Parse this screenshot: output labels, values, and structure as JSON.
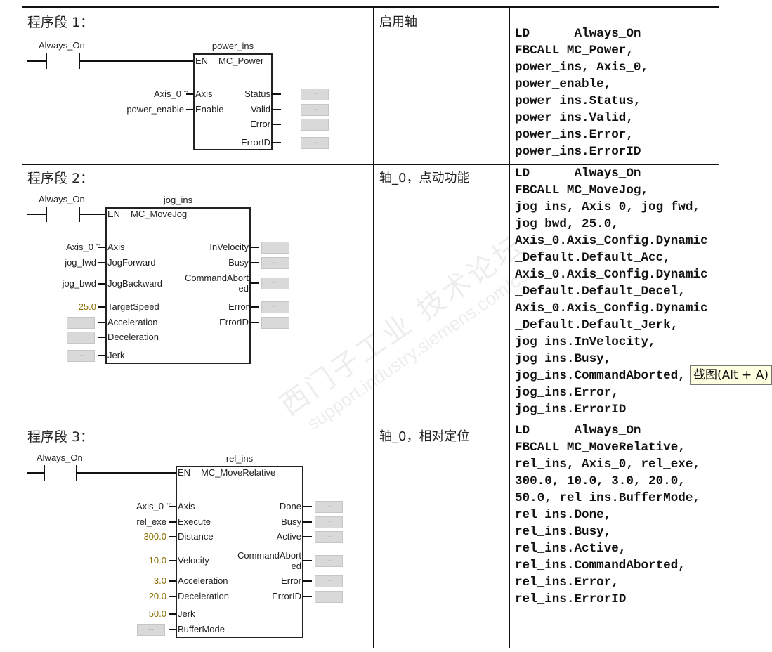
{
  "empty_slot": "···",
  "networks": [
    {
      "title": "程序段 1：",
      "comment": "启用轴",
      "contact": "Always_On",
      "instance": "power_ins",
      "fb": "MC_Power",
      "en": "EN",
      "inputs": [
        {
          "pin": "Axis",
          "value": "Axis_0",
          "ref": true
        },
        {
          "pin": "Enable",
          "value": "power_enable"
        }
      ],
      "outputs": [
        {
          "pin": "Status"
        },
        {
          "pin": "Valid"
        },
        {
          "pin": "Error"
        },
        {
          "pin": "ErrorID"
        }
      ],
      "code": [
        "LD      Always_On",
        "FBCALL MC_Power,",
        "power_ins, Axis_0,",
        "power_enable,",
        "power_ins.Status,",
        "power_ins.Valid,",
        "power_ins.Error,",
        "power_ins.ErrorID"
      ]
    },
    {
      "title": "程序段 2：",
      "comment": "轴_0，点动功能",
      "contact": "Always_On",
      "instance": "jog_ins",
      "fb": "MC_MoveJog",
      "en": "EN",
      "inputs": [
        {
          "pin": "Axis",
          "value": "Axis_0",
          "ref": true
        },
        {
          "pin": "JogForward",
          "value": "jog_fwd"
        },
        {
          "pin": "JogBackward",
          "value": "jog_bwd"
        },
        {
          "pin": "TargetSpeed",
          "value": "25.0",
          "const": true
        },
        {
          "pin": "Acceleration",
          "value": null
        },
        {
          "pin": "Deceleration",
          "value": null
        },
        {
          "pin": "Jerk",
          "value": null
        }
      ],
      "outputs": [
        {
          "pin": "InVelocity"
        },
        {
          "pin": "Busy"
        },
        {
          "pin": "CommandAborted"
        },
        {
          "pin": "Error"
        },
        {
          "pin": "ErrorID"
        }
      ],
      "code": [
        "LD      Always_On",
        "FBCALL MC_MoveJog,",
        "jog_ins, Axis_0, jog_fwd,",
        "jog_bwd, 25.0,",
        "Axis_0.Axis_Config.Dynamic",
        "_Default.Default_Acc,",
        "Axis_0.Axis_Config.Dynamic",
        "_Default.Default_Decel,",
        "Axis_0.Axis_Config.Dynamic",
        "_Default.Default_Jerk,",
        "jog_ins.InVelocity,",
        "jog_ins.Busy,",
        "jog_ins.CommandAborted,",
        "jog_ins.Error,",
        "jog_ins.ErrorID"
      ]
    },
    {
      "title": "程序段 3：",
      "comment": "轴_0，相对定位",
      "contact": "Always_On",
      "instance": "rel_ins",
      "fb": "MC_MoveRelative",
      "en": "EN",
      "inputs": [
        {
          "pin": "Axis",
          "value": "Axis_0",
          "ref": true
        },
        {
          "pin": "Execute",
          "value": "rel_exe"
        },
        {
          "pin": "Distance",
          "value": "300.0",
          "const": true
        },
        {
          "pin": "Velocity",
          "value": "10.0",
          "const": true
        },
        {
          "pin": "Acceleration",
          "value": "3.0",
          "const": true
        },
        {
          "pin": "Deceleration",
          "value": "20.0",
          "const": true
        },
        {
          "pin": "Jerk",
          "value": "50.0",
          "const": true
        },
        {
          "pin": "BufferMode",
          "value": null
        }
      ],
      "outputs": [
        {
          "pin": "Done"
        },
        {
          "pin": "Busy"
        },
        {
          "pin": "Active"
        },
        {
          "pin": "CommandAborted"
        },
        {
          "pin": "Error"
        },
        {
          "pin": "ErrorID"
        }
      ],
      "code": [
        "LD      Always_On",
        "FBCALL MC_MoveRelative,",
        "rel_ins, Axis_0, rel_exe,",
        "300.0, 10.0, 3.0, 20.0,",
        "50.0, rel_ins.BufferMode,",
        "rel_ins.Done,",
        "rel_ins.Busy,",
        "rel_ins.Active,",
        "rel_ins.CommandAborted,",
        "rel_ins.Error,",
        "rel_ins.ErrorID"
      ]
    }
  ],
  "watermark": {
    "line1": "西门子工业 技术论坛",
    "line2": "support.industry.siemens.com/cs"
  },
  "tooltip": "截图(Alt + A)"
}
